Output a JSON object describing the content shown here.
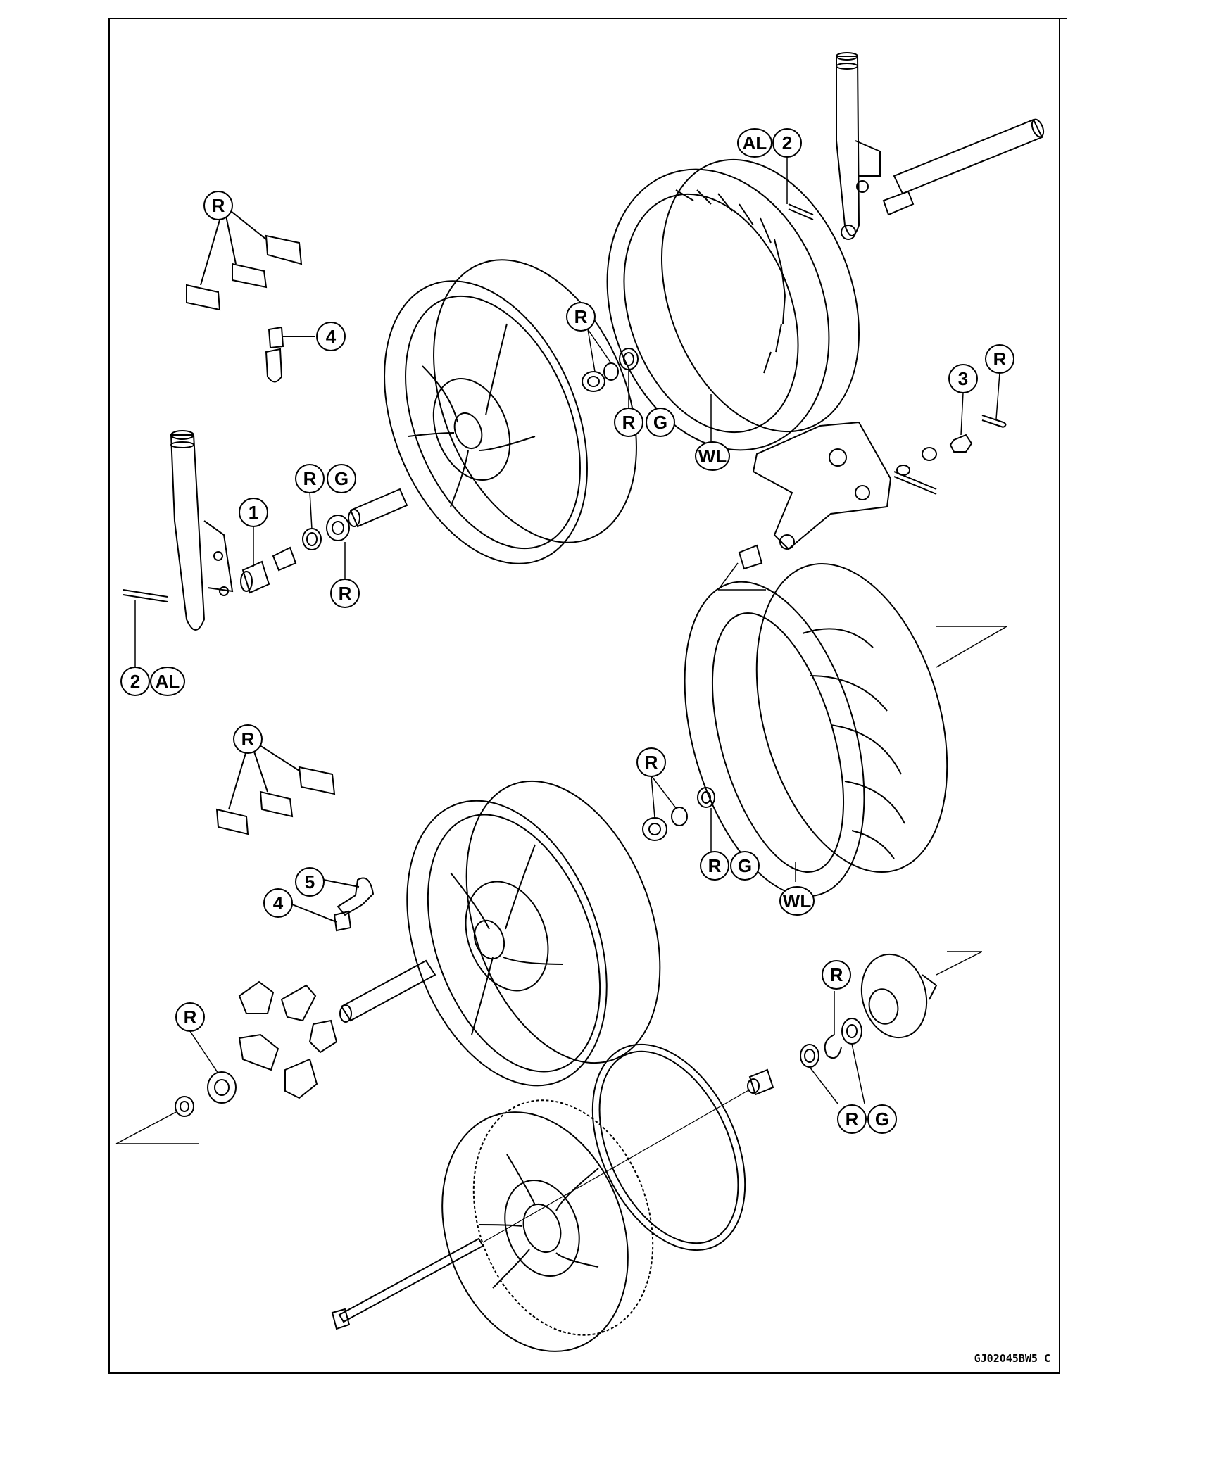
{
  "callouts": {
    "c_al_top": "AL",
    "c_2_top": "2",
    "c_r_weights_1": "R",
    "c_4_valve_1": "4",
    "c_r_bearing_1": "R",
    "c_r_seal_1": "R",
    "c_g_seal_1": "G",
    "c_wl_1": "WL",
    "c_3_nut": "3",
    "c_r_cotter": "R",
    "c_r_seal_2": "R",
    "c_g_seal_2": "G",
    "c_1_collar": "1",
    "c_r_bearing_2": "R",
    "c_2_bottom": "2",
    "c_al_bottom": "AL",
    "c_r_weights_2": "R",
    "c_r_bearing_3": "R",
    "c_r_seal_3": "R",
    "c_g_seal_3": "G",
    "c_wl_2": "WL",
    "c_5_valve": "5",
    "c_4_valve_2": "4",
    "c_r_snap": "R",
    "c_r_bearing_4": "R",
    "c_r_seal_4": "R",
    "c_g_seal_4": "G"
  },
  "figure_code": "GJ02045BW5 C"
}
